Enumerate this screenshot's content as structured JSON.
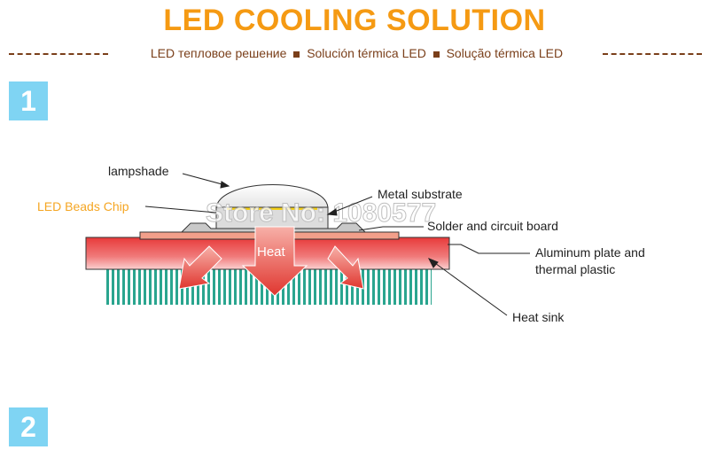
{
  "header": {
    "title": "LED COOLING SOLUTION",
    "subtitle_ru": "LED тепловое решение",
    "subtitle_es": "Solución térmica LED",
    "subtitle_pt": "Solução térmica LED"
  },
  "steps": {
    "one": "1",
    "two": "2"
  },
  "diagram": {
    "labels": {
      "lampshade": "lampshade",
      "led_chip": "LED Beads Chip",
      "metal_substrate": "Metal substrate",
      "solder": "Solder and circuit board",
      "aluminum_1": "Aluminum plate and",
      "aluminum_2": "thermal plastic",
      "heat_sink": "Heat sink",
      "heat": "Heat"
    },
    "watermark": "Store No: 1080577"
  },
  "colors": {
    "title": "#f59a13",
    "subtitle": "#7a3f1a",
    "step_badge": "#7fd4f3",
    "led_label": "#f5a623",
    "fins": "#2aa58f",
    "arrow": "#e84a4a"
  }
}
